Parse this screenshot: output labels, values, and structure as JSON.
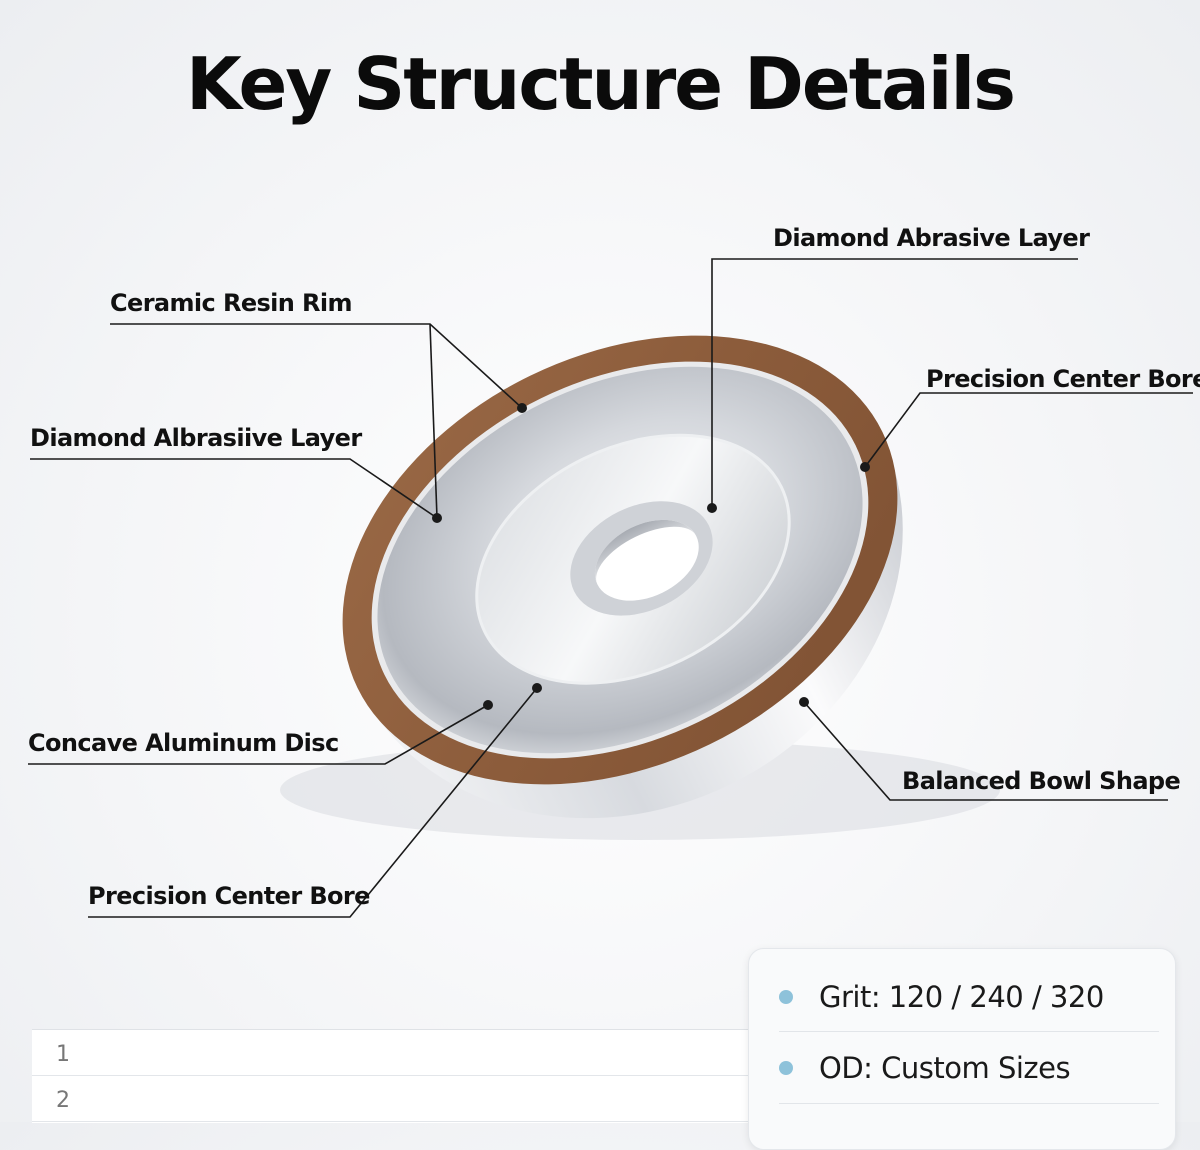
{
  "title": "Key Structure Details",
  "callouts": {
    "diamond_abrasive_top": "Diamond Abrasive Layer",
    "ceramic_resin_rim": "Ceramic Resin Rim",
    "precision_bore_right": "Precision Center Bore",
    "diamond_abrasive_left": "Diamond Albrasiive Layer",
    "concave_aluminum_disc": "Concave Aluminum Disc",
    "balanced_bowl_shape": "Balanced Bowl Shape",
    "precision_bore_bottom": "Precision Center Bore"
  },
  "table_rows": [
    "1",
    "2"
  ],
  "specs": [
    "Grit: 120 / 240 / 320",
    "OD: Custom Sizes"
  ],
  "colors": {
    "rim": "#8f5f3e",
    "aluminum": "#c9ccd1",
    "bullet": "#8ec2da",
    "leader": "#1a1a1a"
  }
}
